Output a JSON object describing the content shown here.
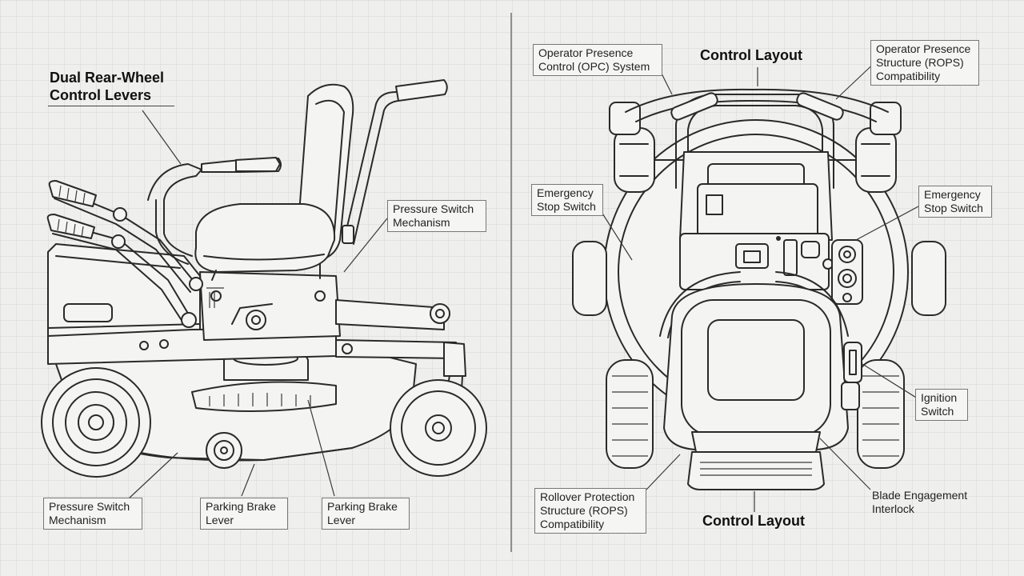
{
  "left": {
    "title_lines": [
      "Dual Rear-Wheel",
      "Control Levers"
    ],
    "pressure_switch_top": [
      "Pressure Switch",
      "Mechanism"
    ],
    "pressure_switch_bottom": [
      "Pressure Switch",
      "Mechanism"
    ],
    "parking_brake_1": [
      "Parking Brake",
      "Lever"
    ],
    "parking_brake_2": [
      "Parking Brake",
      "Lever"
    ]
  },
  "right": {
    "title_top": "Control Layout",
    "title_bottom": "Control Layout",
    "opc_lines": [
      "Operator Presence",
      "Control (OPC) System"
    ],
    "rops_top_lines": [
      "Operator Presence",
      "Structure (ROPS)",
      "Compatibility"
    ],
    "estop_left_lines": [
      "Emergency",
      "Stop Switch"
    ],
    "estop_right_lines": [
      "Emergency",
      "Stop Switch"
    ],
    "ignition_lines": [
      "Ignition",
      "Switch"
    ],
    "rops_bottom_lines": [
      "Rollover Protection",
      "Structure (ROPS)",
      "Compatibility"
    ],
    "blade_lines": [
      "Blade Engagement",
      "Interlock"
    ]
  }
}
